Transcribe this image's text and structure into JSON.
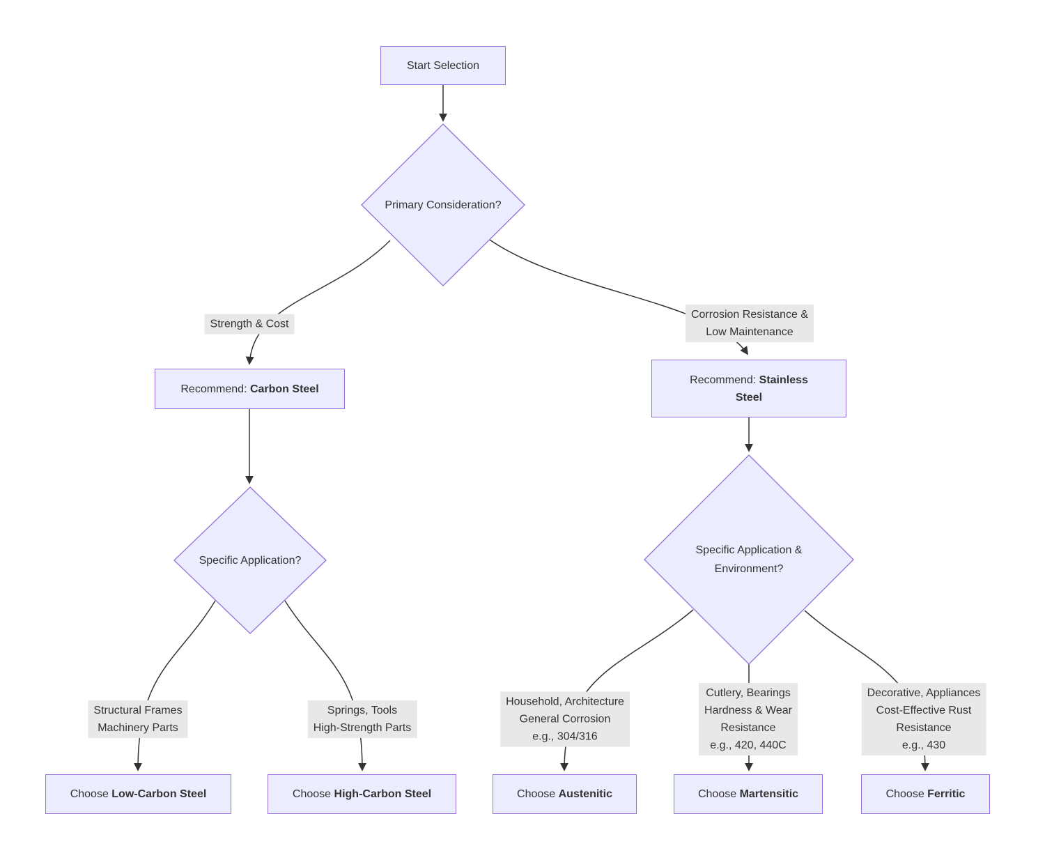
{
  "nodes": {
    "start": {
      "label": "Start Selection"
    },
    "primary": {
      "label": "Primary Consideration?"
    },
    "reco_carbon": {
      "prefix": "Recommend: ",
      "bold": "Carbon Steel"
    },
    "reco_stainless": {
      "prefix": "Recommend: ",
      "bold": "Stainless Steel"
    },
    "specific_app": {
      "label": "Specific Application?"
    },
    "specific_env": {
      "lines": [
        "Specific Application &",
        "Environment?"
      ]
    },
    "choose_low": {
      "prefix": "Choose ",
      "bold": "Low-Carbon Steel"
    },
    "choose_high": {
      "prefix": "Choose ",
      "bold": "High-Carbon Steel"
    },
    "choose_aust": {
      "prefix": "Choose ",
      "bold": "Austenitic"
    },
    "choose_mart": {
      "prefix": "Choose ",
      "bold": "Martensitic"
    },
    "choose_ferr": {
      "prefix": "Choose ",
      "bold": "Ferritic"
    }
  },
  "edge_labels": {
    "strength": {
      "lines": [
        "Strength & Cost"
      ]
    },
    "corrosion": {
      "lines": [
        "Corrosion Resistance &",
        "Low Maintenance"
      ]
    },
    "structural": {
      "lines": [
        "Structural Frames",
        "Machinery Parts"
      ]
    },
    "springs": {
      "lines": [
        "Springs, Tools",
        "High-Strength Parts"
      ]
    },
    "household": {
      "lines": [
        "Household, Architecture",
        "General Corrosion",
        "e.g., 304/316"
      ]
    },
    "cutlery": {
      "lines": [
        "Cutlery, Bearings",
        "Hardness & Wear",
        "Resistance",
        "e.g., 420, 440C"
      ]
    },
    "decorative": {
      "lines": [
        "Decorative, Appliances",
        "Cost-Effective Rust",
        "Resistance",
        "e.g., 430"
      ]
    }
  },
  "colors": {
    "node_fill": "#ECECFF",
    "node_border": "#9370DB",
    "edge_label_bg": "#e8e8e8",
    "line": "#333333",
    "text": "#333333",
    "background": "#ffffff"
  }
}
